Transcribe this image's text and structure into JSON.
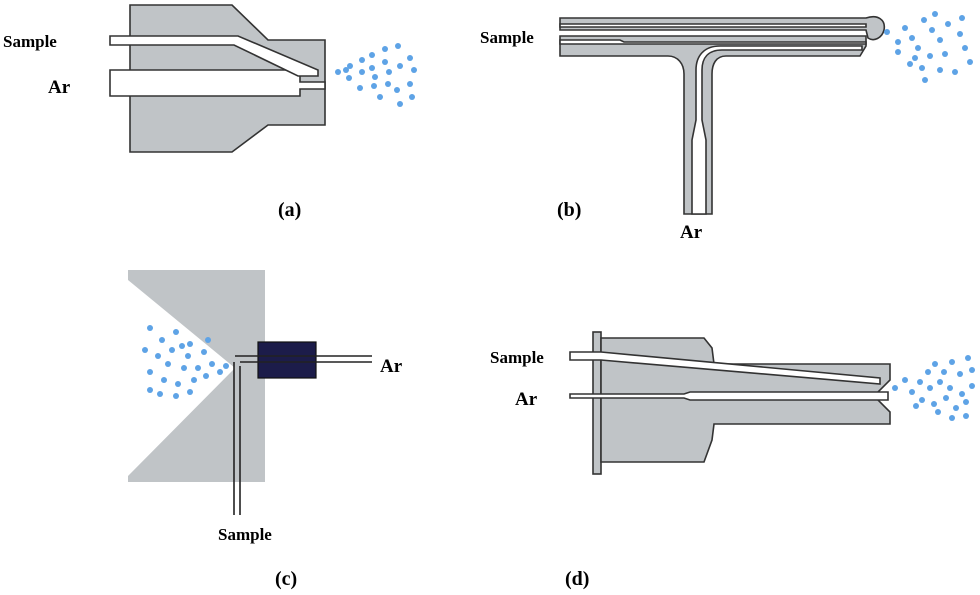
{
  "colors": {
    "nozzle_body": "#c0c4c7",
    "outline": "#333333",
    "droplet": "#5ea3e6",
    "connector": "#1c1c4a"
  },
  "panels": {
    "a": {
      "caption": "(a)",
      "sample_label": "Sample",
      "gas_label": "Ar"
    },
    "b": {
      "caption": "(b)",
      "sample_label": "Sample",
      "gas_label": "Ar"
    },
    "c": {
      "caption": "(c)",
      "sample_label": "Sample",
      "gas_label": "Ar"
    },
    "d": {
      "caption": "(d)",
      "sample_label": "Sample",
      "gas_label": "Ar"
    }
  }
}
